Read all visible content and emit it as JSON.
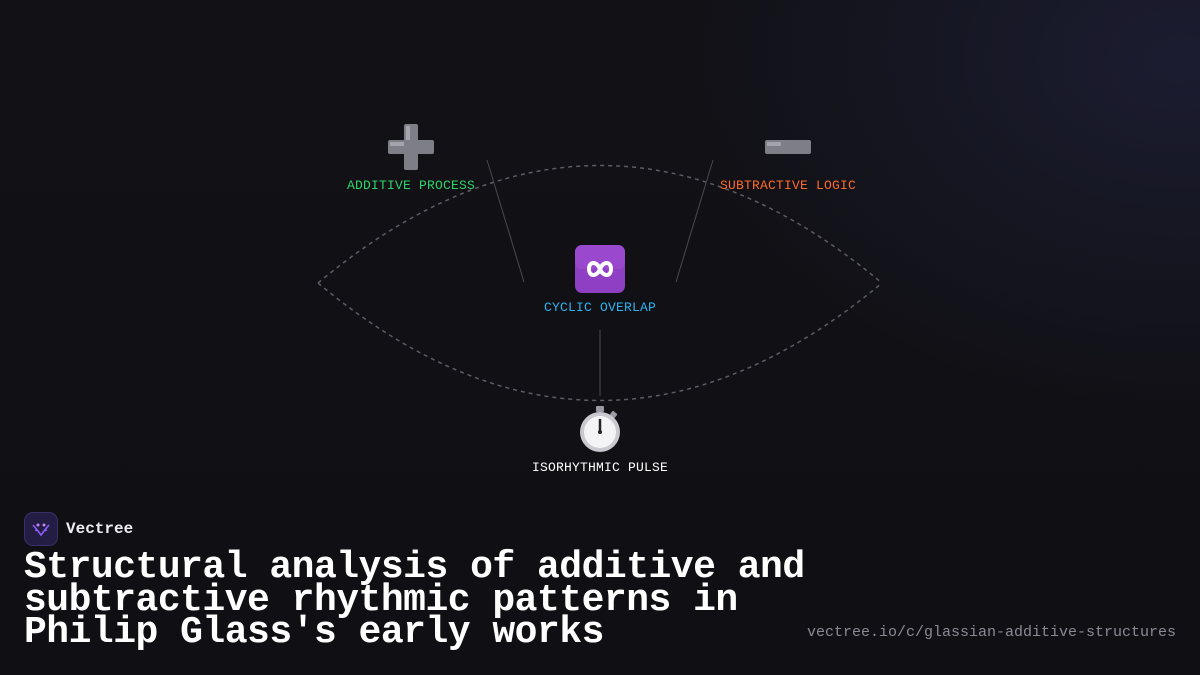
{
  "diagram": {
    "nodes": [
      {
        "id": "additive",
        "label": "ADDITIVE PROCESS",
        "icon": "plus-icon",
        "color": "#2fd36b"
      },
      {
        "id": "subtractive",
        "label": "SUBTRACTIVE LOGIC",
        "icon": "minus-icon",
        "color": "#ff6a2b"
      },
      {
        "id": "cyclic",
        "label": "CYCLIC OVERLAP",
        "icon": "infinity-icon",
        "color": "#2cb3f0"
      },
      {
        "id": "pulse",
        "label": "ISORHYTHMIC PULSE",
        "icon": "stopwatch-icon",
        "color": "#ffffff"
      }
    ]
  },
  "brand": {
    "name": "Vectree",
    "icon": "vectree-logo-icon",
    "accent": "#8b5cf6"
  },
  "headline": "Structural analysis of additive and subtractive rhythmic patterns in Philip Glass's early works",
  "url": "vectree.io/c/glassian-additive-structures"
}
